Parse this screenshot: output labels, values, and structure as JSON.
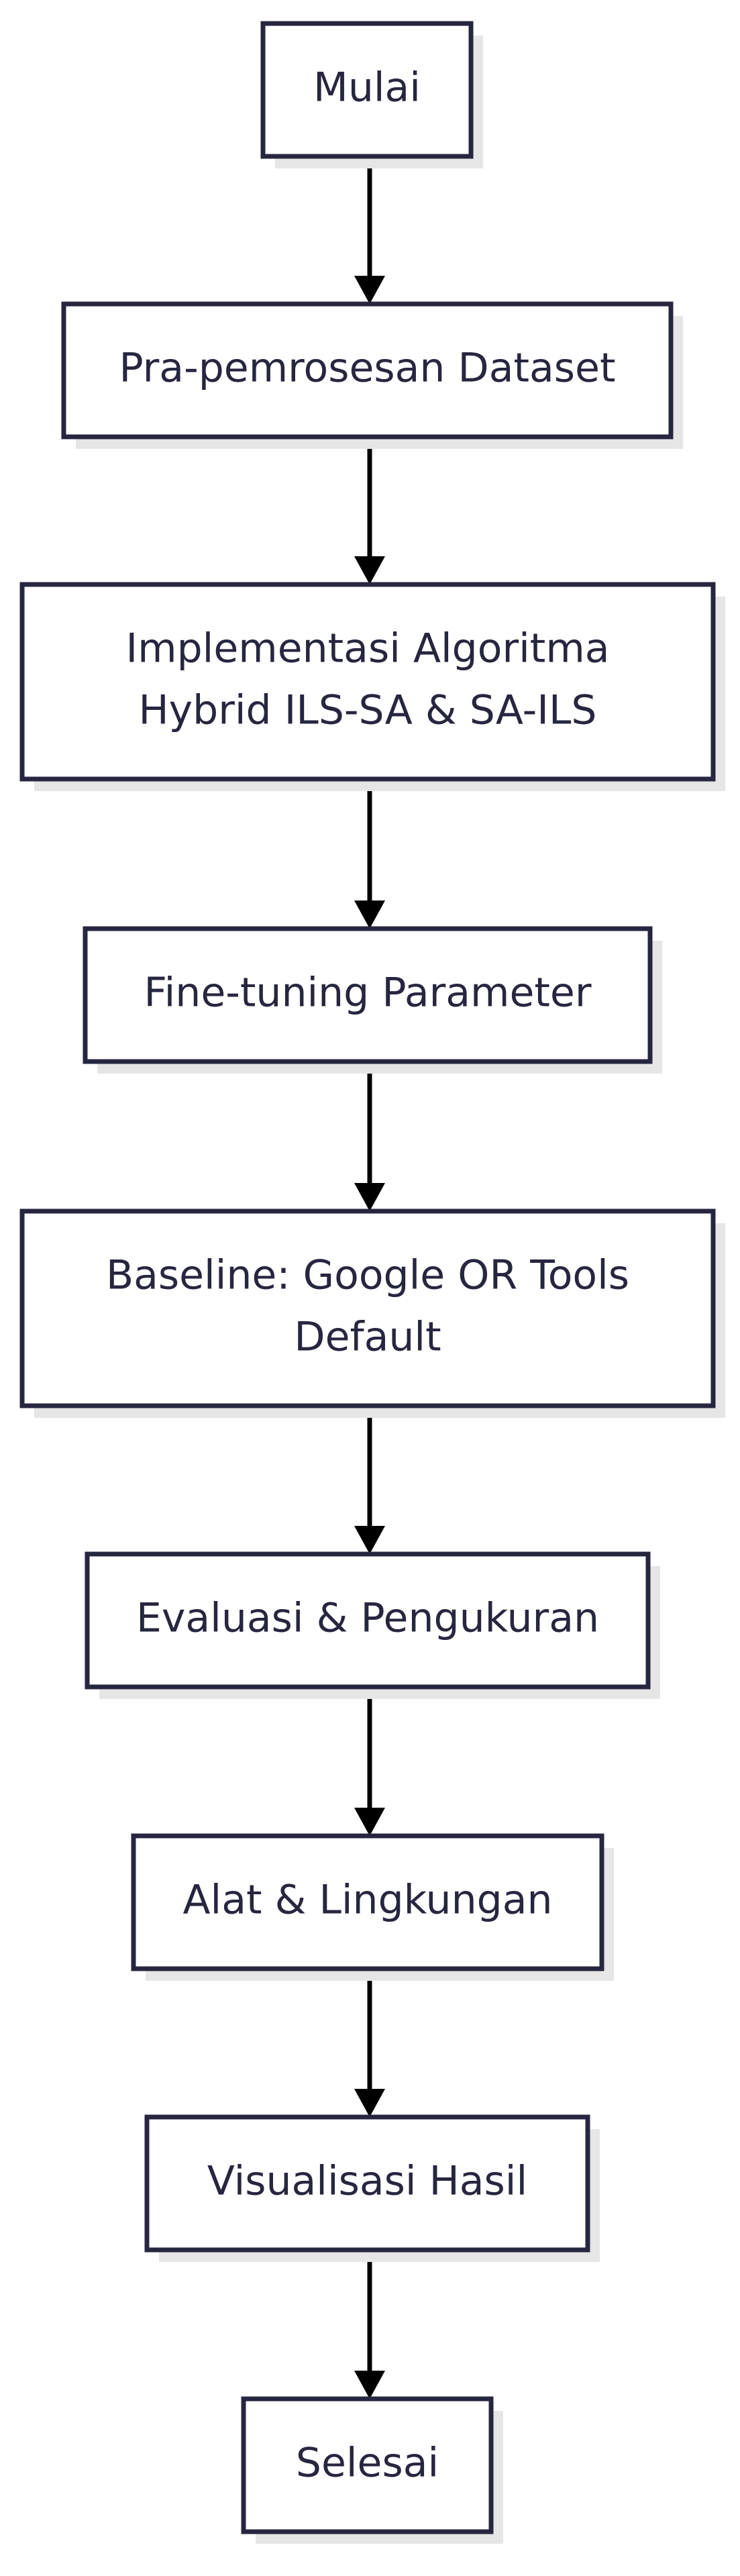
{
  "diagram": {
    "type": "flowchart",
    "direction": "top-to-bottom",
    "colors": {
      "box_border": "#272640",
      "box_fill": "#ffffff",
      "text": "#272640",
      "arrow": "#000000",
      "shadow": "#e6e6e6"
    },
    "nodes": [
      {
        "id": "mulai",
        "lines": [
          "Mulai"
        ]
      },
      {
        "id": "pra-pemrosesan",
        "lines": [
          "Pra-pemrosesan Dataset"
        ]
      },
      {
        "id": "implementasi",
        "lines": [
          "Implementasi Algoritma",
          "Hybrid ILS-SA & SA-ILS"
        ]
      },
      {
        "id": "fine-tuning",
        "lines": [
          "Fine-tuning Parameter"
        ]
      },
      {
        "id": "baseline",
        "lines": [
          "Baseline: Google OR Tools",
          "Default"
        ]
      },
      {
        "id": "evaluasi",
        "lines": [
          "Evaluasi & Pengukuran"
        ]
      },
      {
        "id": "alat",
        "lines": [
          "Alat & Lingkungan"
        ]
      },
      {
        "id": "visualisasi",
        "lines": [
          "Visualisasi Hasil"
        ]
      },
      {
        "id": "selesai",
        "lines": [
          "Selesai"
        ]
      }
    ],
    "edges": [
      {
        "from": "mulai",
        "to": "pra-pemrosesan"
      },
      {
        "from": "pra-pemrosesan",
        "to": "implementasi"
      },
      {
        "from": "implementasi",
        "to": "fine-tuning"
      },
      {
        "from": "fine-tuning",
        "to": "baseline"
      },
      {
        "from": "baseline",
        "to": "evaluasi"
      },
      {
        "from": "evaluasi",
        "to": "alat"
      },
      {
        "from": "alat",
        "to": "visualisasi"
      },
      {
        "from": "visualisasi",
        "to": "selesai"
      }
    ]
  }
}
